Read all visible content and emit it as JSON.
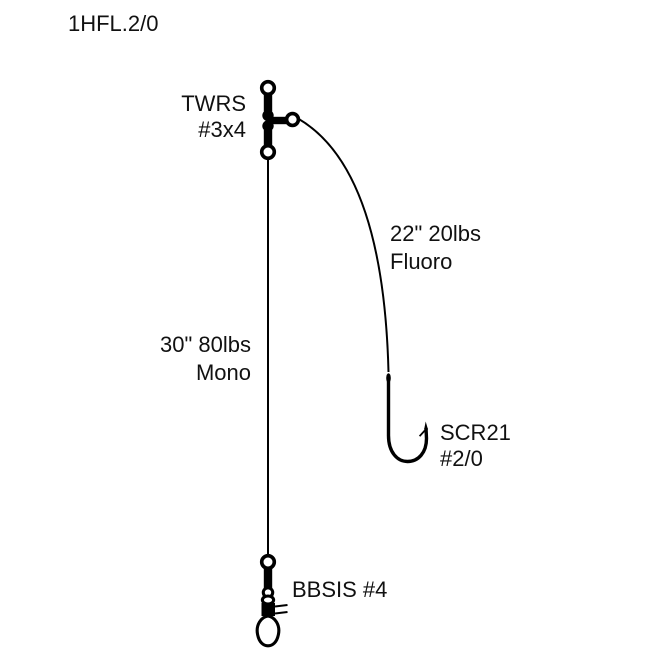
{
  "title": "1HFL.2/0",
  "labels": {
    "top_swivel": {
      "line1": "TWRS",
      "line2": "#3x4"
    },
    "dropper_line": {
      "line1": "22\" 20lbs",
      "line2": "Fluoro"
    },
    "main_line": {
      "line1": "30\" 80lbs",
      "line2": "Mono"
    },
    "hook": {
      "line1": "SCR21",
      "line2": "#2/0"
    },
    "snap": {
      "label": "BBSIS #4"
    }
  },
  "colors": {
    "ink": "#000000",
    "background": "#ffffff"
  }
}
